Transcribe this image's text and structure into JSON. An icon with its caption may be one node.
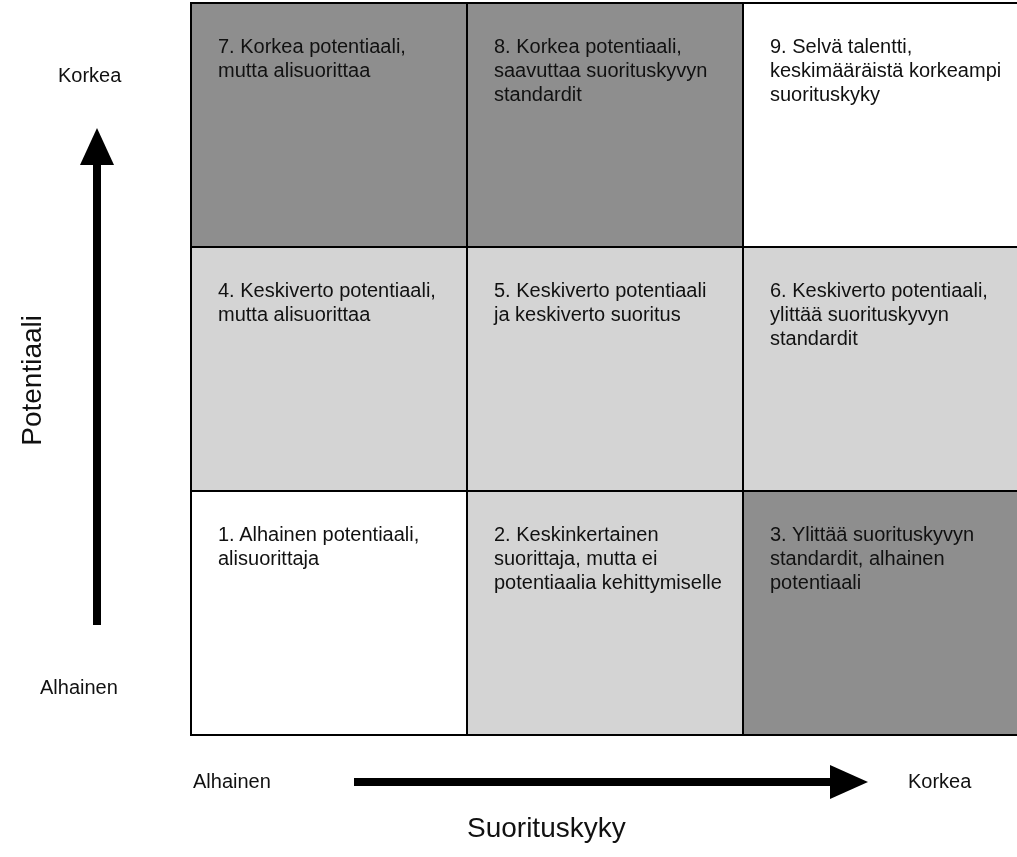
{
  "diagram": {
    "nodes": [
      {
        "text": [
          "7. Korkea potentiaali, mutta alisuorittaa"
        ]
      },
      {
        "text": [
          "8. Korkea potentiaali, saavuttaa suorituskyvyn standardit"
        ]
      },
      {
        "text": [
          "9. Selvä talentti, keskimääräistä korkeampi suorituskyky"
        ]
      },
      {
        "text": [
          "4. Keskiverto potentiaali, mutta alisuorittaa"
        ]
      },
      {
        "text": [
          "5. Keskiverto potentiaali ja keskiverto suoritus"
        ]
      },
      {
        "text": [
          "6. Keskiverto potentiaali, ylittää suorituskyvyn standardit"
        ]
      },
      {
        "text": [
          "1. Alhainen potentiaali, alisuorittaja"
        ]
      },
      {
        "text": [
          "2. Keskinkertainen suorittaja, mutta ei potentiaalia kehittymiselle"
        ]
      },
      {
        "text": [
          "3. Ylittää suorituskyvyn standardit, alhainen potentiaali"
        ]
      }
    ],
    "labels": [
      "Korkea",
      "Potentiaali",
      "Alhainen",
      "Alhainen",
      "Korkea",
      "Suorituskyky"
    ]
  }
}
